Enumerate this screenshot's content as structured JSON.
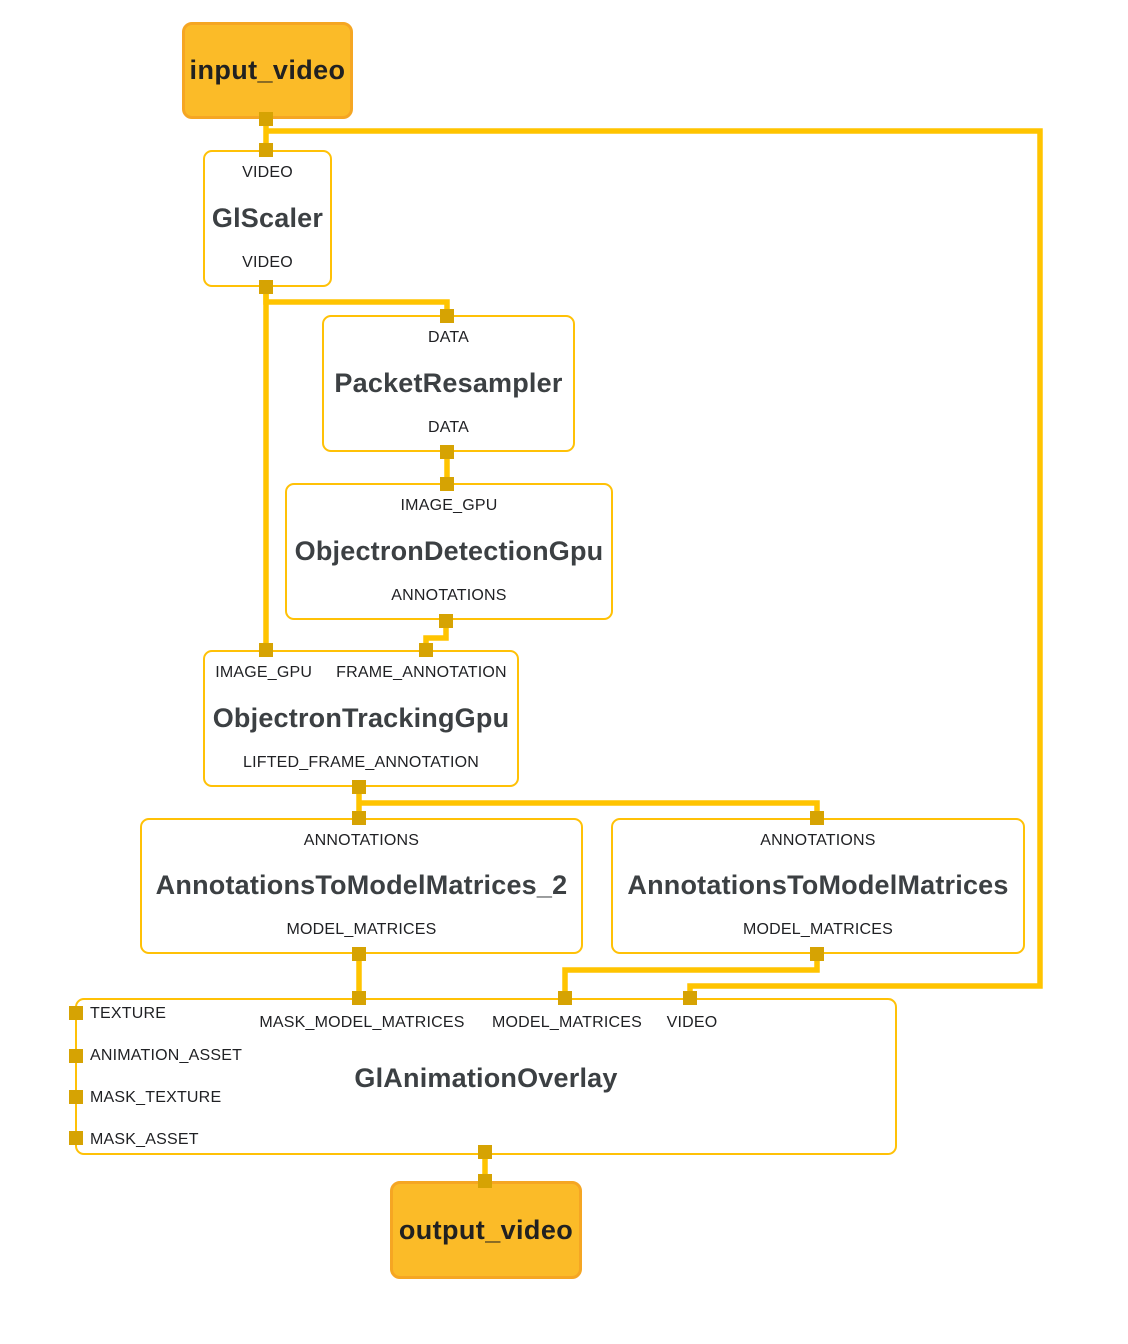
{
  "colors": {
    "edge": "#FFC400",
    "connector": "#D6A303",
    "node_border": "#FFC107",
    "terminal_fill": "#FBBB28",
    "terminal_border": "#F5A623",
    "terminal_text": "#212121",
    "title_text": "#3C4043",
    "port_text": "#202124"
  },
  "terminals": {
    "input_video": "input_video",
    "output_video": "output_video"
  },
  "nodes": {
    "gl_scaler": {
      "title": "GlScaler",
      "input": "VIDEO",
      "output": "VIDEO"
    },
    "packet_resampler": {
      "title": "PacketResampler",
      "input": "DATA",
      "output": "DATA"
    },
    "objectron_detection_gpu": {
      "title": "ObjectronDetectionGpu",
      "input": "IMAGE_GPU",
      "output": "ANNOTATIONS"
    },
    "objectron_tracking_gpu": {
      "title": "ObjectronTrackingGpu",
      "input_1": "IMAGE_GPU",
      "input_2": "FRAME_ANNOTATION",
      "output": "LIFTED_FRAME_ANNOTATION"
    },
    "annotations_to_model_matrices_2": {
      "title": "AnnotationsToModelMatrices_2",
      "input": "ANNOTATIONS",
      "output": "MODEL_MATRICES"
    },
    "annotations_to_model_matrices": {
      "title": "AnnotationsToModelMatrices",
      "input": "ANNOTATIONS",
      "output": "MODEL_MATRICES"
    },
    "gl_animation_overlay": {
      "title": "GlAnimationOverlay",
      "left_ports": [
        "TEXTURE",
        "ANIMATION_ASSET",
        "MASK_TEXTURE",
        "MASK_ASSET"
      ],
      "top_ports": [
        "MASK_MODEL_MATRICES",
        "MODEL_MATRICES",
        "VIDEO"
      ]
    }
  }
}
